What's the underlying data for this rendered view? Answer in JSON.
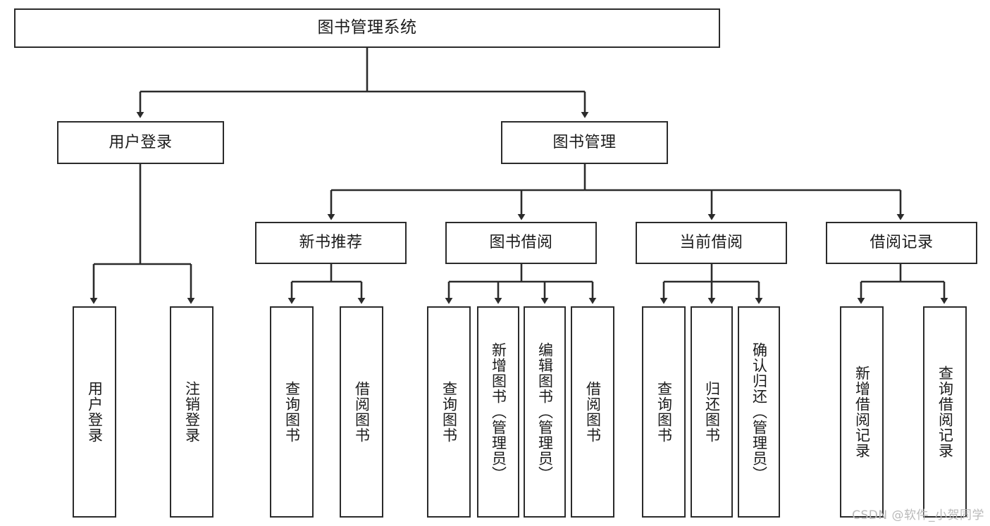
{
  "diagram": {
    "title": "图书管理系统",
    "type": "tree",
    "root": {
      "id": "root",
      "label": "图书管理系统"
    },
    "level2": [
      {
        "id": "user-login",
        "label": "用户登录"
      },
      {
        "id": "book-management",
        "label": "图书管理"
      }
    ],
    "level3": [
      {
        "id": "new-book-recommend",
        "label": "新书推荐",
        "parent": "book-management"
      },
      {
        "id": "book-borrow",
        "label": "图书借阅",
        "parent": "book-management"
      },
      {
        "id": "current-borrow",
        "label": "当前借阅",
        "parent": "book-management"
      },
      {
        "id": "borrow-record",
        "label": "借阅记录",
        "parent": "book-management"
      }
    ],
    "leaves": {
      "user-login": [
        {
          "id": "leaf-user-login",
          "label": "用户登录"
        },
        {
          "id": "leaf-logout-login",
          "label": "注销登录"
        }
      ],
      "new-book-recommend": [
        {
          "id": "leaf-query-book-1",
          "label": "查询图书"
        },
        {
          "id": "leaf-borrow-book-1",
          "label": "借阅图书"
        }
      ],
      "book-borrow": [
        {
          "id": "leaf-query-book-2",
          "label": "查询图书"
        },
        {
          "id": "leaf-add-book",
          "label": "新增图书（管理员）"
        },
        {
          "id": "leaf-edit-book",
          "label": "编辑图书（管理员）"
        },
        {
          "id": "leaf-borrow-book-2",
          "label": "借阅图书"
        }
      ],
      "current-borrow": [
        {
          "id": "leaf-query-book-3",
          "label": "查询图书"
        },
        {
          "id": "leaf-return-book",
          "label": "归还图书"
        },
        {
          "id": "leaf-confirm-return",
          "label": "确认归还（管理员）"
        }
      ],
      "borrow-record": [
        {
          "id": "leaf-add-record",
          "label": "新增借阅记录"
        },
        {
          "id": "leaf-query-record",
          "label": "查询借阅记录"
        }
      ]
    }
  },
  "watermark": {
    "text": "CSDN @软件_小贺同学"
  },
  "colors": {
    "stroke": "#2b2b2b",
    "fill": "#ffffff",
    "text": "#1b1b1b",
    "watermark": "#b9b9b9"
  }
}
